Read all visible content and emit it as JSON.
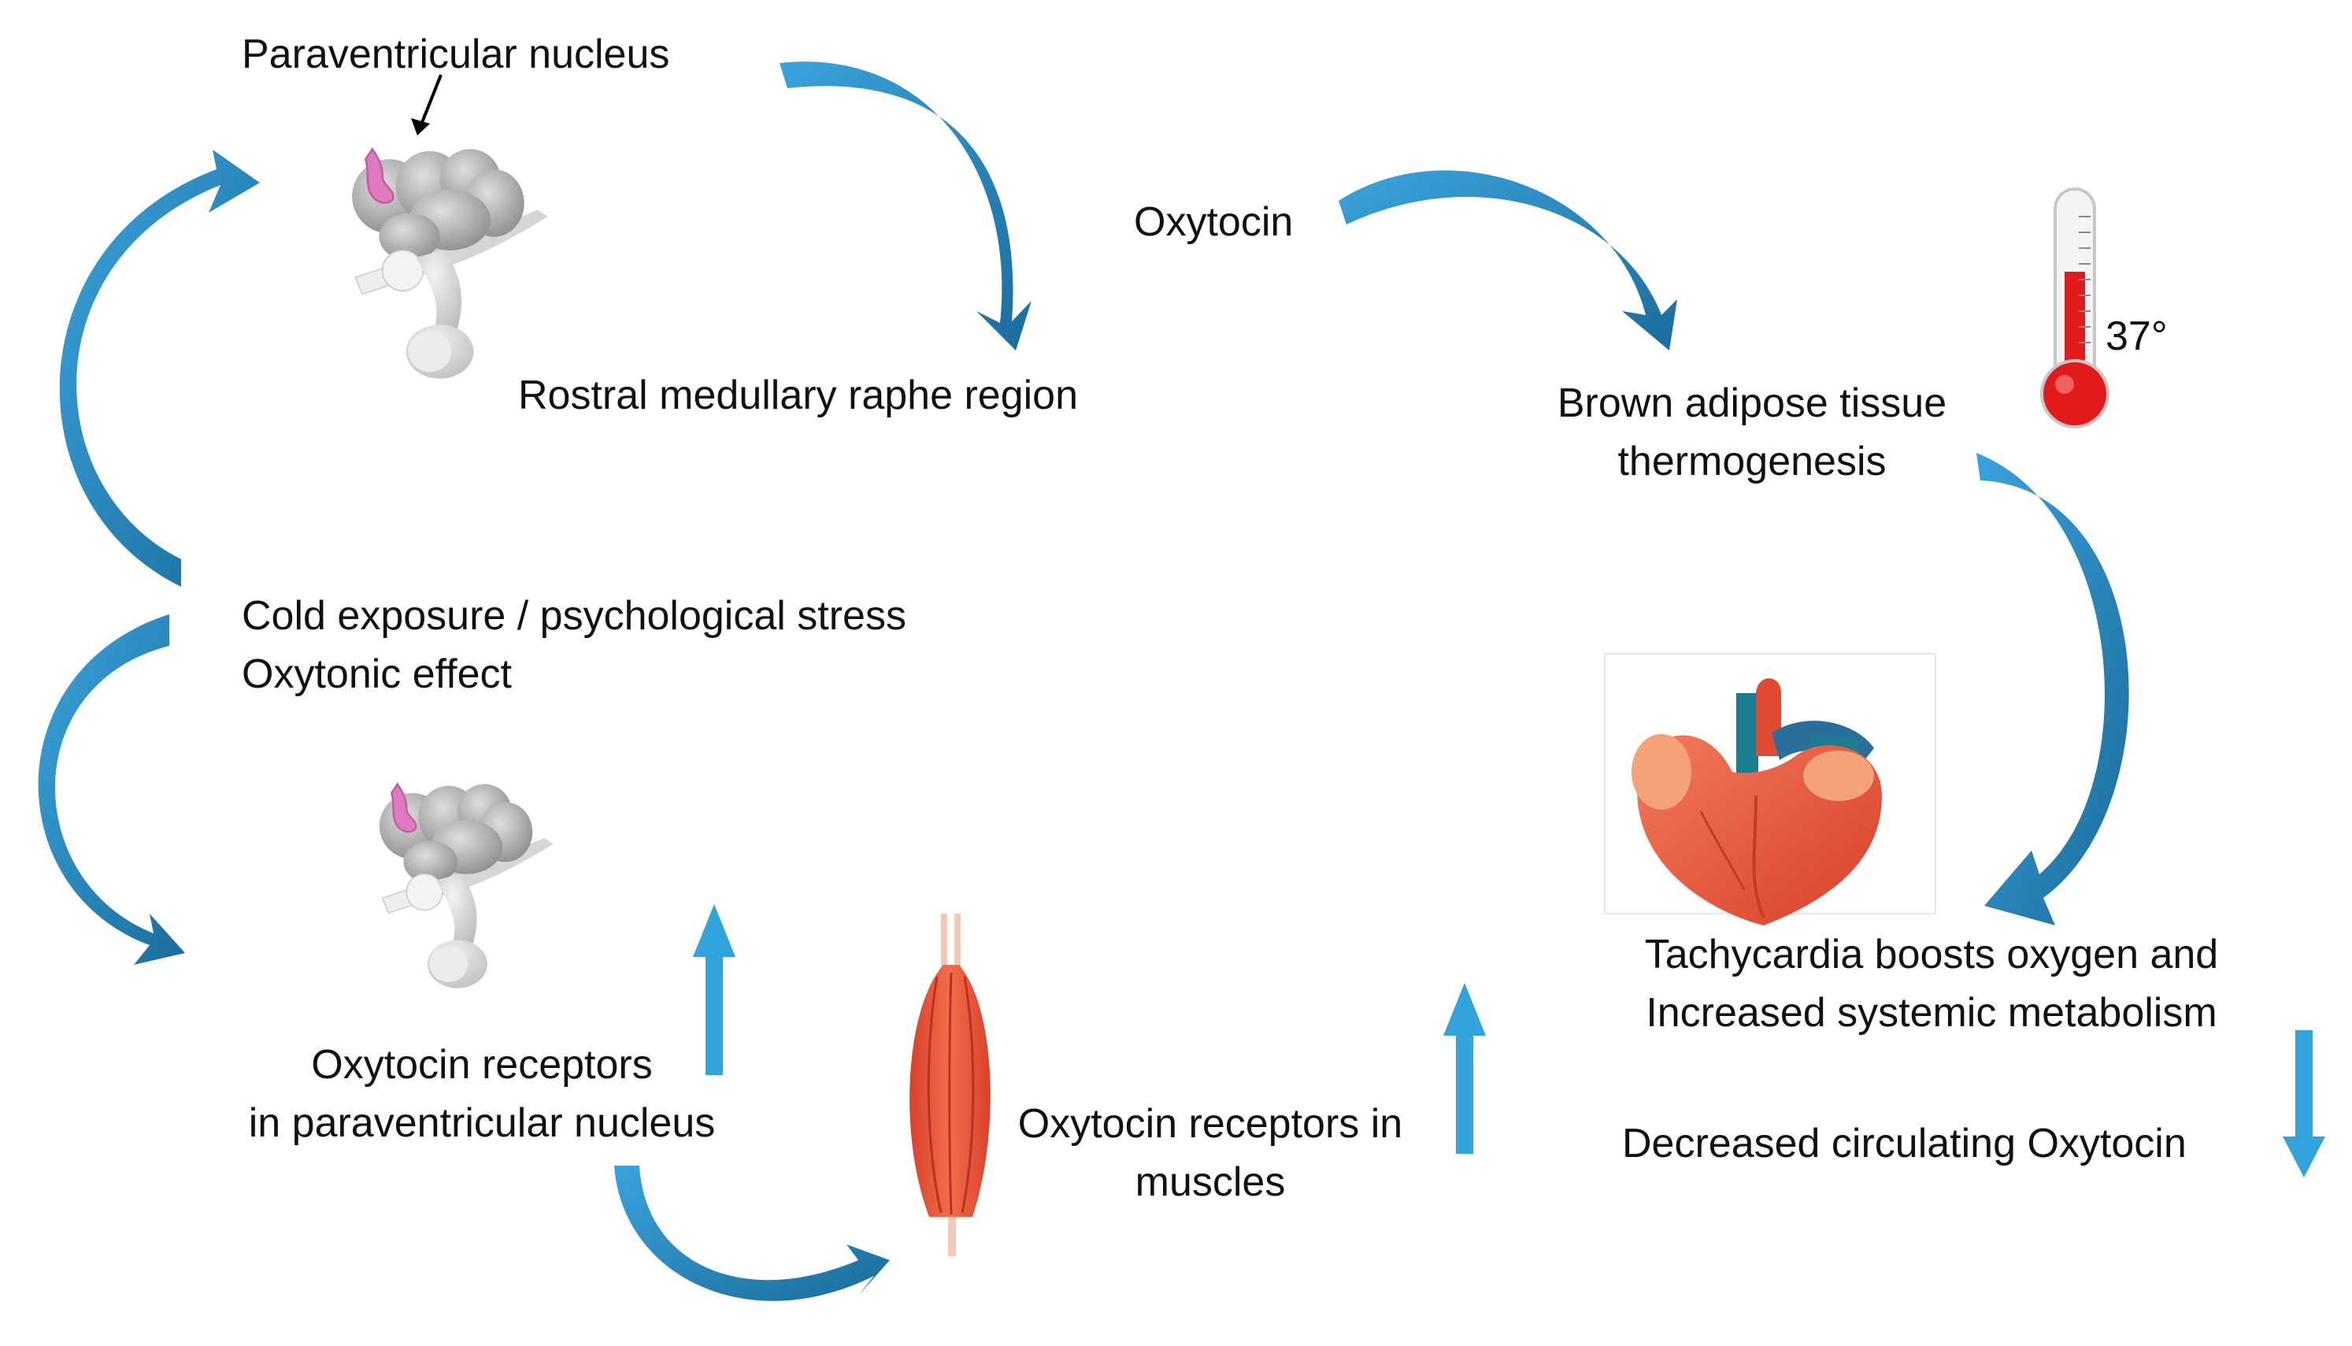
{
  "labels": {
    "paraventricular_nucleus": "Paraventricular nucleus",
    "rostral_medullary_raphe": "Rostral medullary raphe region",
    "oxytocin": "Oxytocin",
    "brown_adipose_line1": "Brown adipose tissue",
    "brown_adipose_line2": "thermogenesis",
    "temperature": "37°",
    "cold_exposure": "Cold exposure / psychological stress",
    "oxytonic_effect": "Oxytonic effect",
    "receptors_pvn_line1": "Oxytocin receptors",
    "receptors_pvn_line2": "in paraventricular nucleus",
    "receptors_muscle_line1": "Oxytocin receptors in",
    "receptors_muscle_line2": "muscles",
    "tachycardia_line1": "Tachycardia boosts oxygen and",
    "tachycardia_line2": "Increased systemic metabolism",
    "decreased_oxytocin": "Decreased circulating Oxytocin"
  },
  "colors": {
    "arrow_blue": "#2a8ec9",
    "arrow_dark": "#1b6c9c",
    "updown_arrow": "#33a3dc",
    "thermometer_red": "#e11b1b",
    "brain_gray": "#a8a8a8",
    "pvn_pink": "#e07ac0",
    "heart_red": "#ea5a3c",
    "muscle_red": "#ee5a3a"
  },
  "icons": [
    "brain-icon",
    "thermometer-icon",
    "heart-icon",
    "muscle-icon"
  ]
}
